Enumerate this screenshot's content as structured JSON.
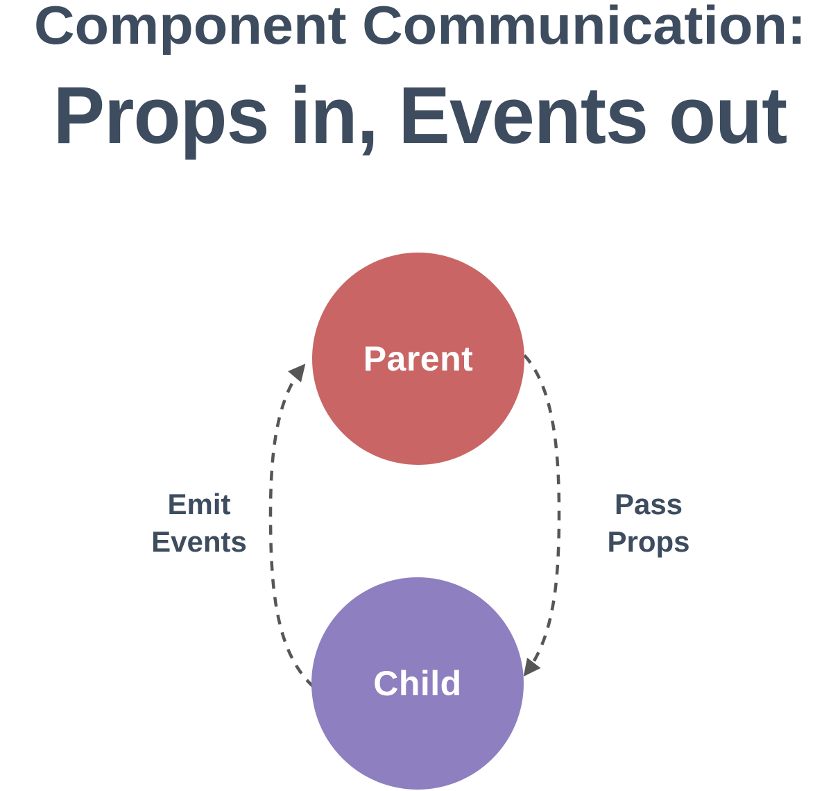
{
  "title": {
    "line1": "Component Communication:",
    "line2": "Props in, Events out"
  },
  "diagram": {
    "nodes": [
      {
        "id": "parent",
        "label": "Parent",
        "color": "#c96565"
      },
      {
        "id": "child",
        "label": "Child",
        "color": "#8e7fc0"
      }
    ],
    "edges": [
      {
        "from": "child",
        "to": "parent",
        "label": "Emit Events",
        "label_lines": [
          "Emit",
          "Events"
        ],
        "side": "left",
        "direction": "up"
      },
      {
        "from": "parent",
        "to": "child",
        "label": "Pass Props",
        "label_lines": [
          "Pass",
          "Props"
        ],
        "side": "right",
        "direction": "down"
      }
    ],
    "colors": {
      "arrow": "#565656",
      "title_text": "#3d4c5e",
      "node_label_text": "#ffffff",
      "background": "#ffffff"
    }
  }
}
